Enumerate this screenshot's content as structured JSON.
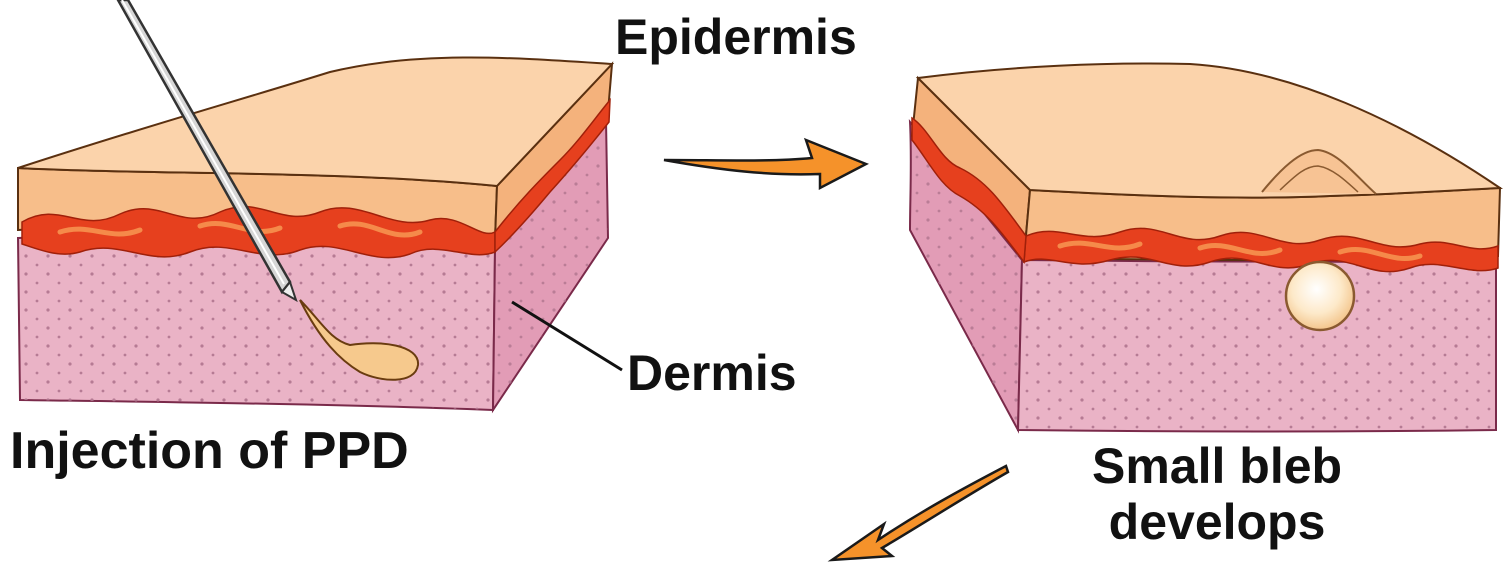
{
  "labels": {
    "epidermis": "Epidermis",
    "dermis": "Dermis",
    "injection": "Injection of PPD",
    "bleb_line1": "Small bleb",
    "bleb_line2": "develops"
  },
  "colors": {
    "epidermis": "#f7be8a",
    "epidermis_top": "#fbd3ab",
    "basal_layer": "#e6401e",
    "basal_highlight": "#f58a4a",
    "dermis": "#eab3c6",
    "dermis_side": "#e29cb6",
    "dermis_dots": "#b0758e",
    "arrow": "#f5922a",
    "bleb": "#fbe6c4",
    "needle": "#c8c8c8"
  },
  "icons": [
    "needle-icon",
    "right-arrow-icon",
    "down-left-arrow-icon"
  ]
}
